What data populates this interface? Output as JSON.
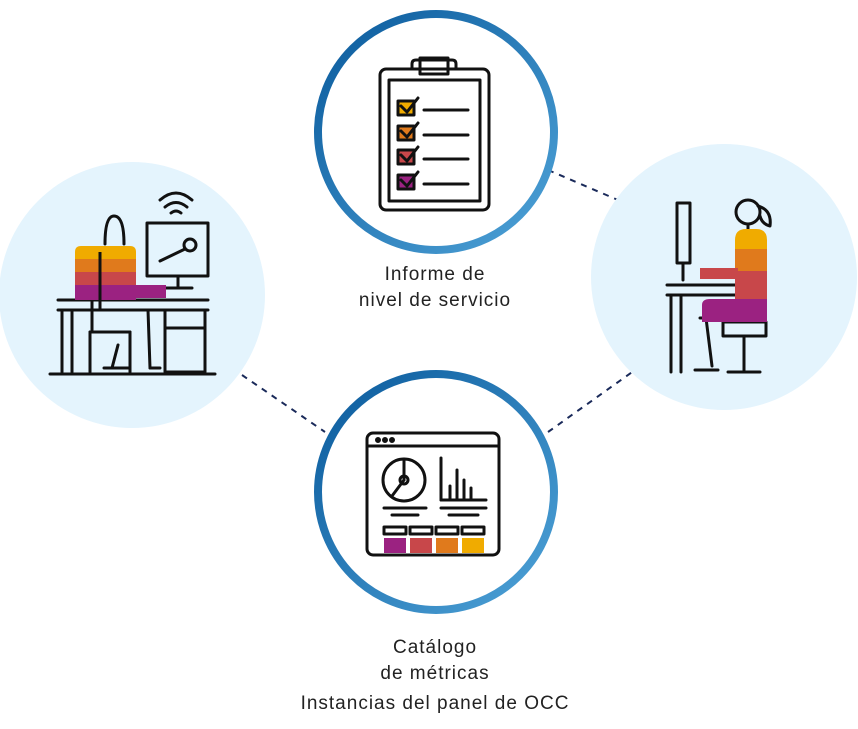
{
  "colors": {
    "bubble_fill": "#e4f4fd",
    "ring_dark": "#0a5a9c",
    "ring_light": "#4fa3d8",
    "connector": "#1a2a5a",
    "stroke": "#111111",
    "yellow": "#f0ab00",
    "orange": "#e07a1c",
    "red": "#c8474a",
    "purple": "#9b2281"
  },
  "nodes": {
    "service_report": {
      "line1": "Informe de",
      "line2": "nivel de servicio",
      "icon": "clipboard-checklist-icon"
    },
    "metrics": {
      "line1": "Catálogo",
      "line2": "de métricas",
      "line3": "Instancias del panel de OCC",
      "icon": "dashboard-window-icon"
    },
    "left_person": {
      "icon": "person-at-desk-with-monitor-icon"
    },
    "right_person": {
      "icon": "person-sitting-at-desk-icon"
    }
  }
}
